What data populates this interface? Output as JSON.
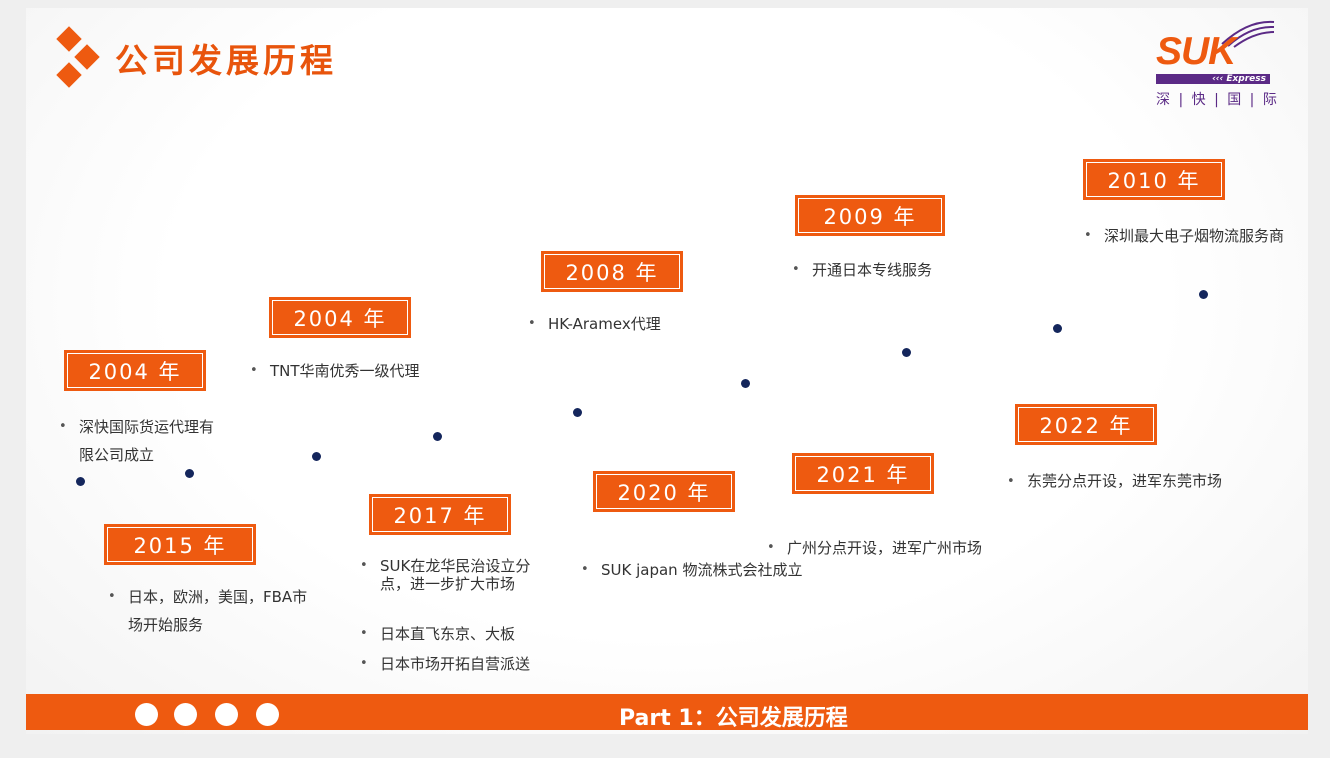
{
  "header": {
    "title": "公司发展历程"
  },
  "logo": {
    "brand": "SUK",
    "tagline": "‹‹‹ Express",
    "cn_name": "深 | 快 | 国 | 际"
  },
  "colors": {
    "accent": "#ee5a10",
    "dot": "#14265c",
    "logo_purple": "#5b2a86"
  },
  "milestones": [
    {
      "year": "2004 年",
      "items": [
        "深快国际货运代理有限公司成立"
      ]
    },
    {
      "year": "2015 年",
      "items": [
        "日本，欧洲，美国，FBA市场开始服务"
      ]
    },
    {
      "year": "2004 年",
      "items": [
        "TNT华南优秀一级代理"
      ]
    },
    {
      "year": "2017 年",
      "items": [
        "SUK在龙华民治设立分点，进一步扩大市场",
        "日本直飞东京、大板",
        "日本市场开拓自营派送"
      ]
    },
    {
      "year": "2008 年",
      "items": [
        "HK-Aramex代理"
      ]
    },
    {
      "year": "2020 年",
      "items": [
        "SUK japan 物流株式会社成立"
      ]
    },
    {
      "year": "2009 年",
      "items": [
        "开通日本专线服务"
      ]
    },
    {
      "year": "2021 年",
      "items": [
        "广州分点开设，进军广州市场"
      ]
    },
    {
      "year": "2010 年",
      "items": [
        "深圳最大电子烟物流服务商"
      ]
    },
    {
      "year": "2022 年",
      "items": [
        "东莞分点开设，进军东莞市场"
      ]
    }
  ],
  "footer": {
    "text": "Part 1：公司发展历程"
  }
}
